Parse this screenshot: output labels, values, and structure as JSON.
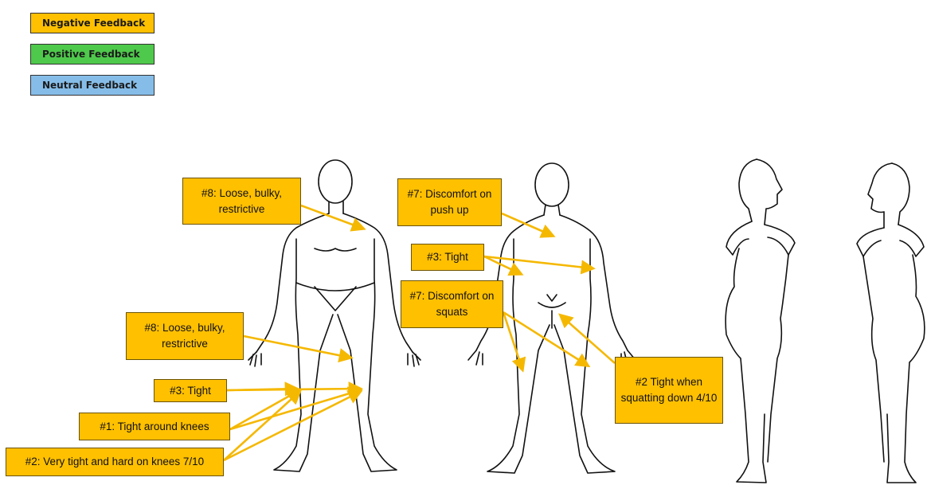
{
  "legend": [
    {
      "label": "Negative Feedback",
      "color": "#ffc000"
    },
    {
      "label": "Positive Feedback",
      "color": "#4ec94b"
    },
    {
      "label": "Neutral Feedback",
      "color": "#86bde8"
    }
  ],
  "callouts": {
    "front_chest": "#8: Loose, bulky, restrictive",
    "front_thigh": "#8: Loose, bulky, restrictive",
    "front_tight": "#3: Tight",
    "front_knees": "#1: Tight around knees",
    "front_very_tight": "#2: Very tight and hard on knees 7/10",
    "back_pushup": "#7: Discomfort on push up",
    "back_tight": "#3: Tight",
    "back_squats": "#7: Discomfort on squats",
    "back_squatting": "#2 Tight when squatting down 4/10"
  },
  "colors": {
    "negative": "#ffc000",
    "arrow": "#f5b800"
  }
}
